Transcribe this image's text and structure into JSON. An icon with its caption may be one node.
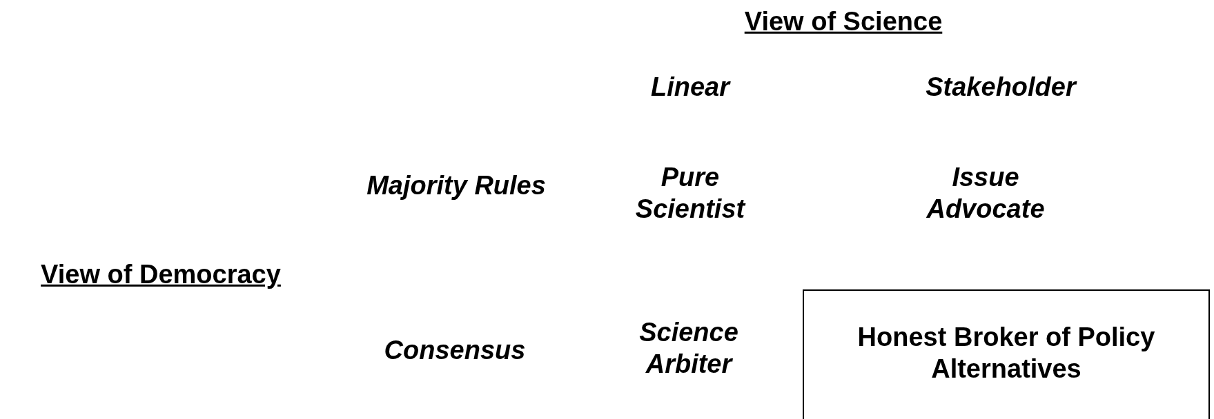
{
  "diagram": {
    "nodes": [
      {
        "text": [
          "Honest Broker of Policy Alternatives"
        ]
      }
    ],
    "edges": [],
    "labels": [
      "View of Science",
      "Linear",
      "Stakeholder",
      "Majority Rules",
      "Pure Scientist",
      "Issue Advocate",
      "View of Democracy",
      "Consensus",
      "Science Arbiter"
    ]
  }
}
